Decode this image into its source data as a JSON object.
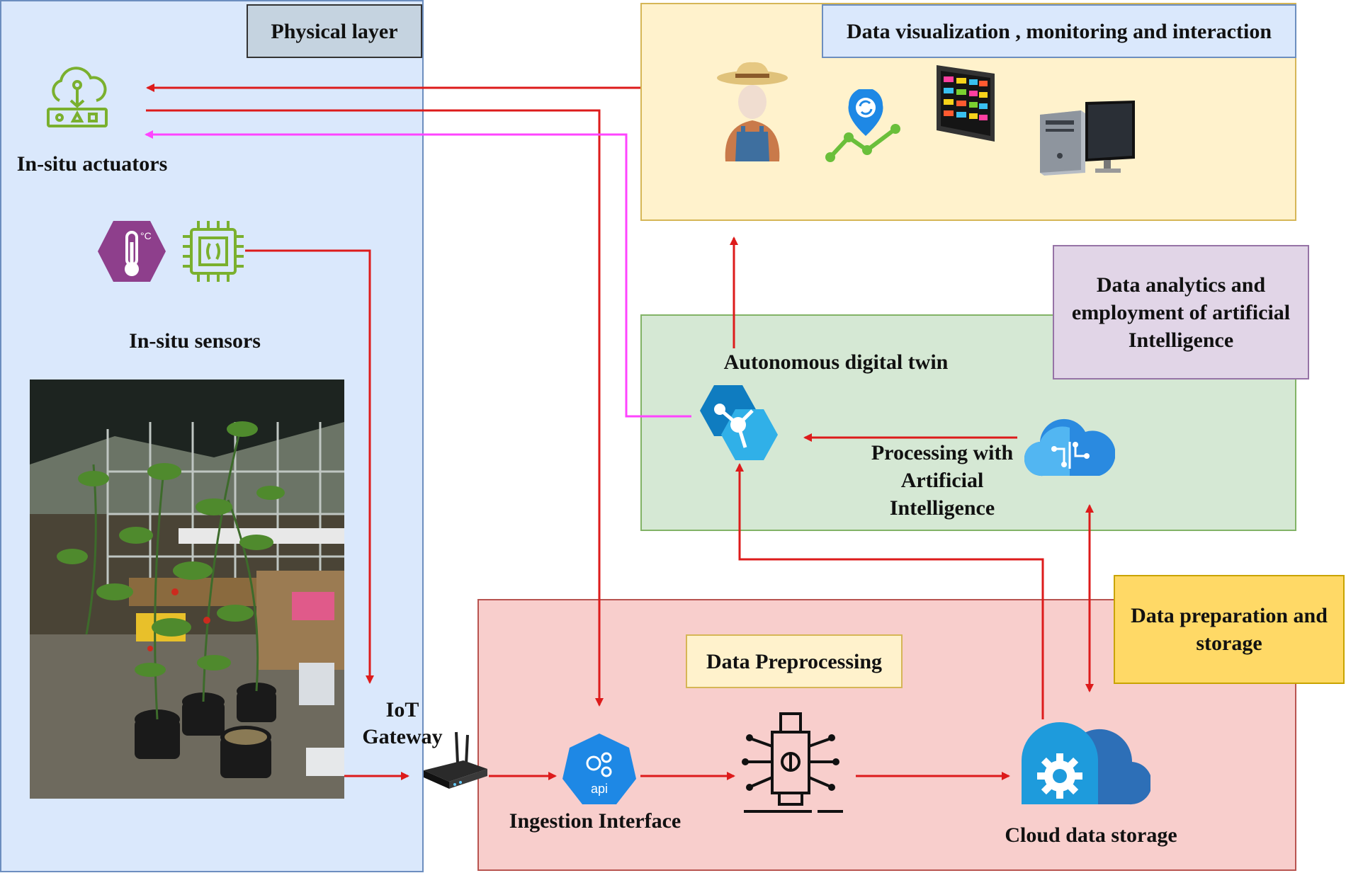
{
  "regions": {
    "physical": {
      "label": "Physical layer",
      "bg": "#dae8fc",
      "border": "#6c8ebf"
    },
    "visualization": {
      "label": "Data visualization , monitoring and interaction",
      "bg": "#fff2cc",
      "border": "#d6b656"
    },
    "analytics": {
      "label": "Data analytics and employment of artificial Intelligence",
      "bg": "#d5e8d4",
      "border": "#82b366"
    },
    "preparation": {
      "label": "Data preparation and storage",
      "bg": "#f8cecc",
      "border": "#b85450"
    }
  },
  "nodes": {
    "actuators": "In-situ actuators",
    "sensors": "In-situ sensors",
    "gateway": "IoT Gateway",
    "ingestion": "Ingestion Interface",
    "preprocessing": "Data Preprocessing",
    "cloud_storage": "Cloud data storage",
    "digital_twin": "Autonomous digital twin",
    "ai_processing": "Processing with Artificial Intelligence",
    "api_badge": "api"
  },
  "colors": {
    "arrow": "#dd1b1b",
    "feedback": "#ff44ff",
    "azure": "#1e88d6"
  },
  "icons": [
    "cloud-upload-actuator-icon",
    "thermometer-icon",
    "chip-sensor-icon",
    "greenhouse-photo",
    "router-icon",
    "api-icon",
    "data-processing-icon",
    "cloud-gear-icon",
    "digital-twin-icon",
    "cloud-ai-icon",
    "farmer-icon",
    "map-pin-chart-icon",
    "monitor-grid-icon",
    "desktop-computer-icon"
  ]
}
